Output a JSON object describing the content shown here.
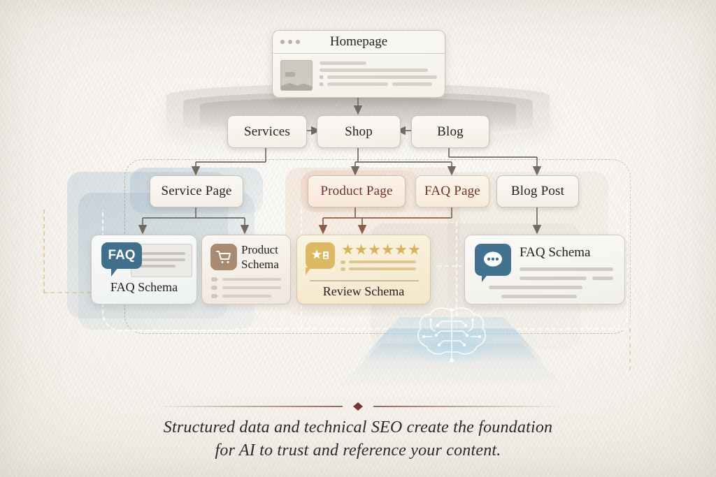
{
  "diagram": {
    "title": "Structured data and technical SEO site architecture",
    "homepage": {
      "label": "Homepage",
      "icon": "browser-window-icon",
      "traffic_dots": 3
    },
    "section_nodes": [
      {
        "id": "services",
        "label": "Services",
        "tone": "neutral"
      },
      {
        "id": "shop",
        "label": "Shop",
        "tone": "neutral"
      },
      {
        "id": "blog",
        "label": "Blog",
        "tone": "neutral"
      }
    ],
    "page_nodes": [
      {
        "id": "service-page",
        "label": "Service Page",
        "tone": "neutral"
      },
      {
        "id": "product-page",
        "label": "Product Page",
        "tone": "warm"
      },
      {
        "id": "faq-page",
        "label": "FAQ Page",
        "tone": "warm"
      },
      {
        "id": "blog-post",
        "label": "Blog Post",
        "tone": "neutral"
      }
    ],
    "schema_cards": [
      {
        "id": "faq-schema-left",
        "label": "FAQ Schema",
        "badge_text": "FAQ",
        "icon": "faq-speech-bubble-icon",
        "accent": "#3f6f8a",
        "tone": "blue"
      },
      {
        "id": "product-schema",
        "label": "Product\nSchema",
        "label_line1": "Product",
        "label_line2": "Schema",
        "icon": "shopping-cart-icon",
        "accent": "#a98a72",
        "tone": "tan"
      },
      {
        "id": "review-schema",
        "label": "Review Schema",
        "icon": "review-star-bubble-icon",
        "accent": "#d8b35c",
        "stars": 6,
        "tone": "gold"
      },
      {
        "id": "faq-schema-right",
        "label": "FAQ Schema",
        "icon": "chat-dots-bubble-icon",
        "accent": "#3f6f8a",
        "tone": "plain"
      }
    ],
    "ai_platform": {
      "icon": "ai-brain-circuit-icon",
      "label": ""
    },
    "caption": {
      "line1": "Structured data and technical SEO create the foundation",
      "line2": "for AI to trust and reference your content.",
      "divider_icon": "diamond-divider-icon",
      "divider_color": "#7a3630"
    },
    "colors": {
      "background": "#f7f4ef",
      "text": "#23211f",
      "warm_text": "#6e3326",
      "blue_accent": "#3f6f8a",
      "gold_accent": "#d8b35c",
      "tan_accent": "#a98a72",
      "connector": "#6f6a62",
      "caption_accent": "#7a3630"
    }
  }
}
